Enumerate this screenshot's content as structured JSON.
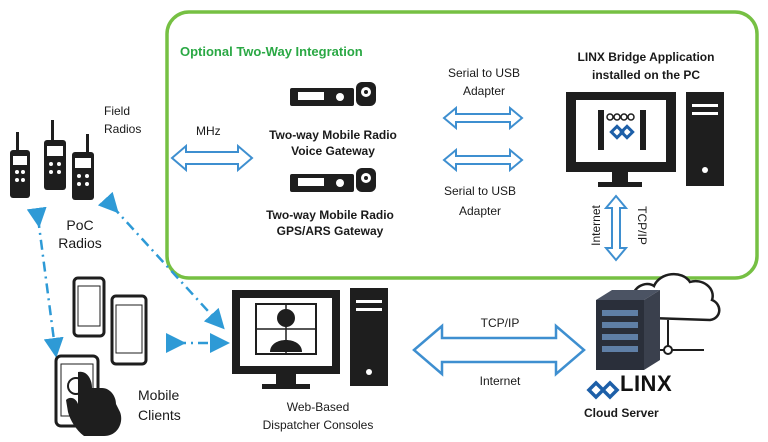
{
  "integration": {
    "title": "Optional Two-Way Integration",
    "mhz_label": "MHz",
    "voice_gateway": [
      "Two-way Mobile Radio",
      "Voice Gateway"
    ],
    "gps_gateway": [
      "Two-way Mobile Radio",
      "GPS/ARS Gateway"
    ],
    "serial_top": [
      "Serial to USB",
      "Adapter"
    ],
    "serial_bottom": [
      "Serial to USB",
      "Adapter"
    ],
    "bridge_app": [
      "LINX Bridge Application",
      "installed on the PC"
    ],
    "internet_vertical": "Internet",
    "tcpip_vertical": "TCP/IP"
  },
  "left": {
    "field_radios": [
      "Field",
      "Radios"
    ],
    "poc_radios": [
      "PoC",
      "Radios"
    ],
    "mobile_clients": [
      "Mobile",
      "Clients"
    ]
  },
  "dispatcher": {
    "label": [
      "Web-Based",
      "Dispatcher Consoles"
    ]
  },
  "link": {
    "tcpip": "TCP/IP",
    "internet": "Internet"
  },
  "cloud": {
    "logo": "LINX",
    "label": "Cloud Server"
  },
  "colors": {
    "green_border": "#76c043",
    "green_title": "#2aa844",
    "arrow_blue": "#3e8fd0",
    "dash_blue": "#2e9ad6",
    "device_dark": "#1e1e1e",
    "logo_blue": "#1d5fa8"
  }
}
